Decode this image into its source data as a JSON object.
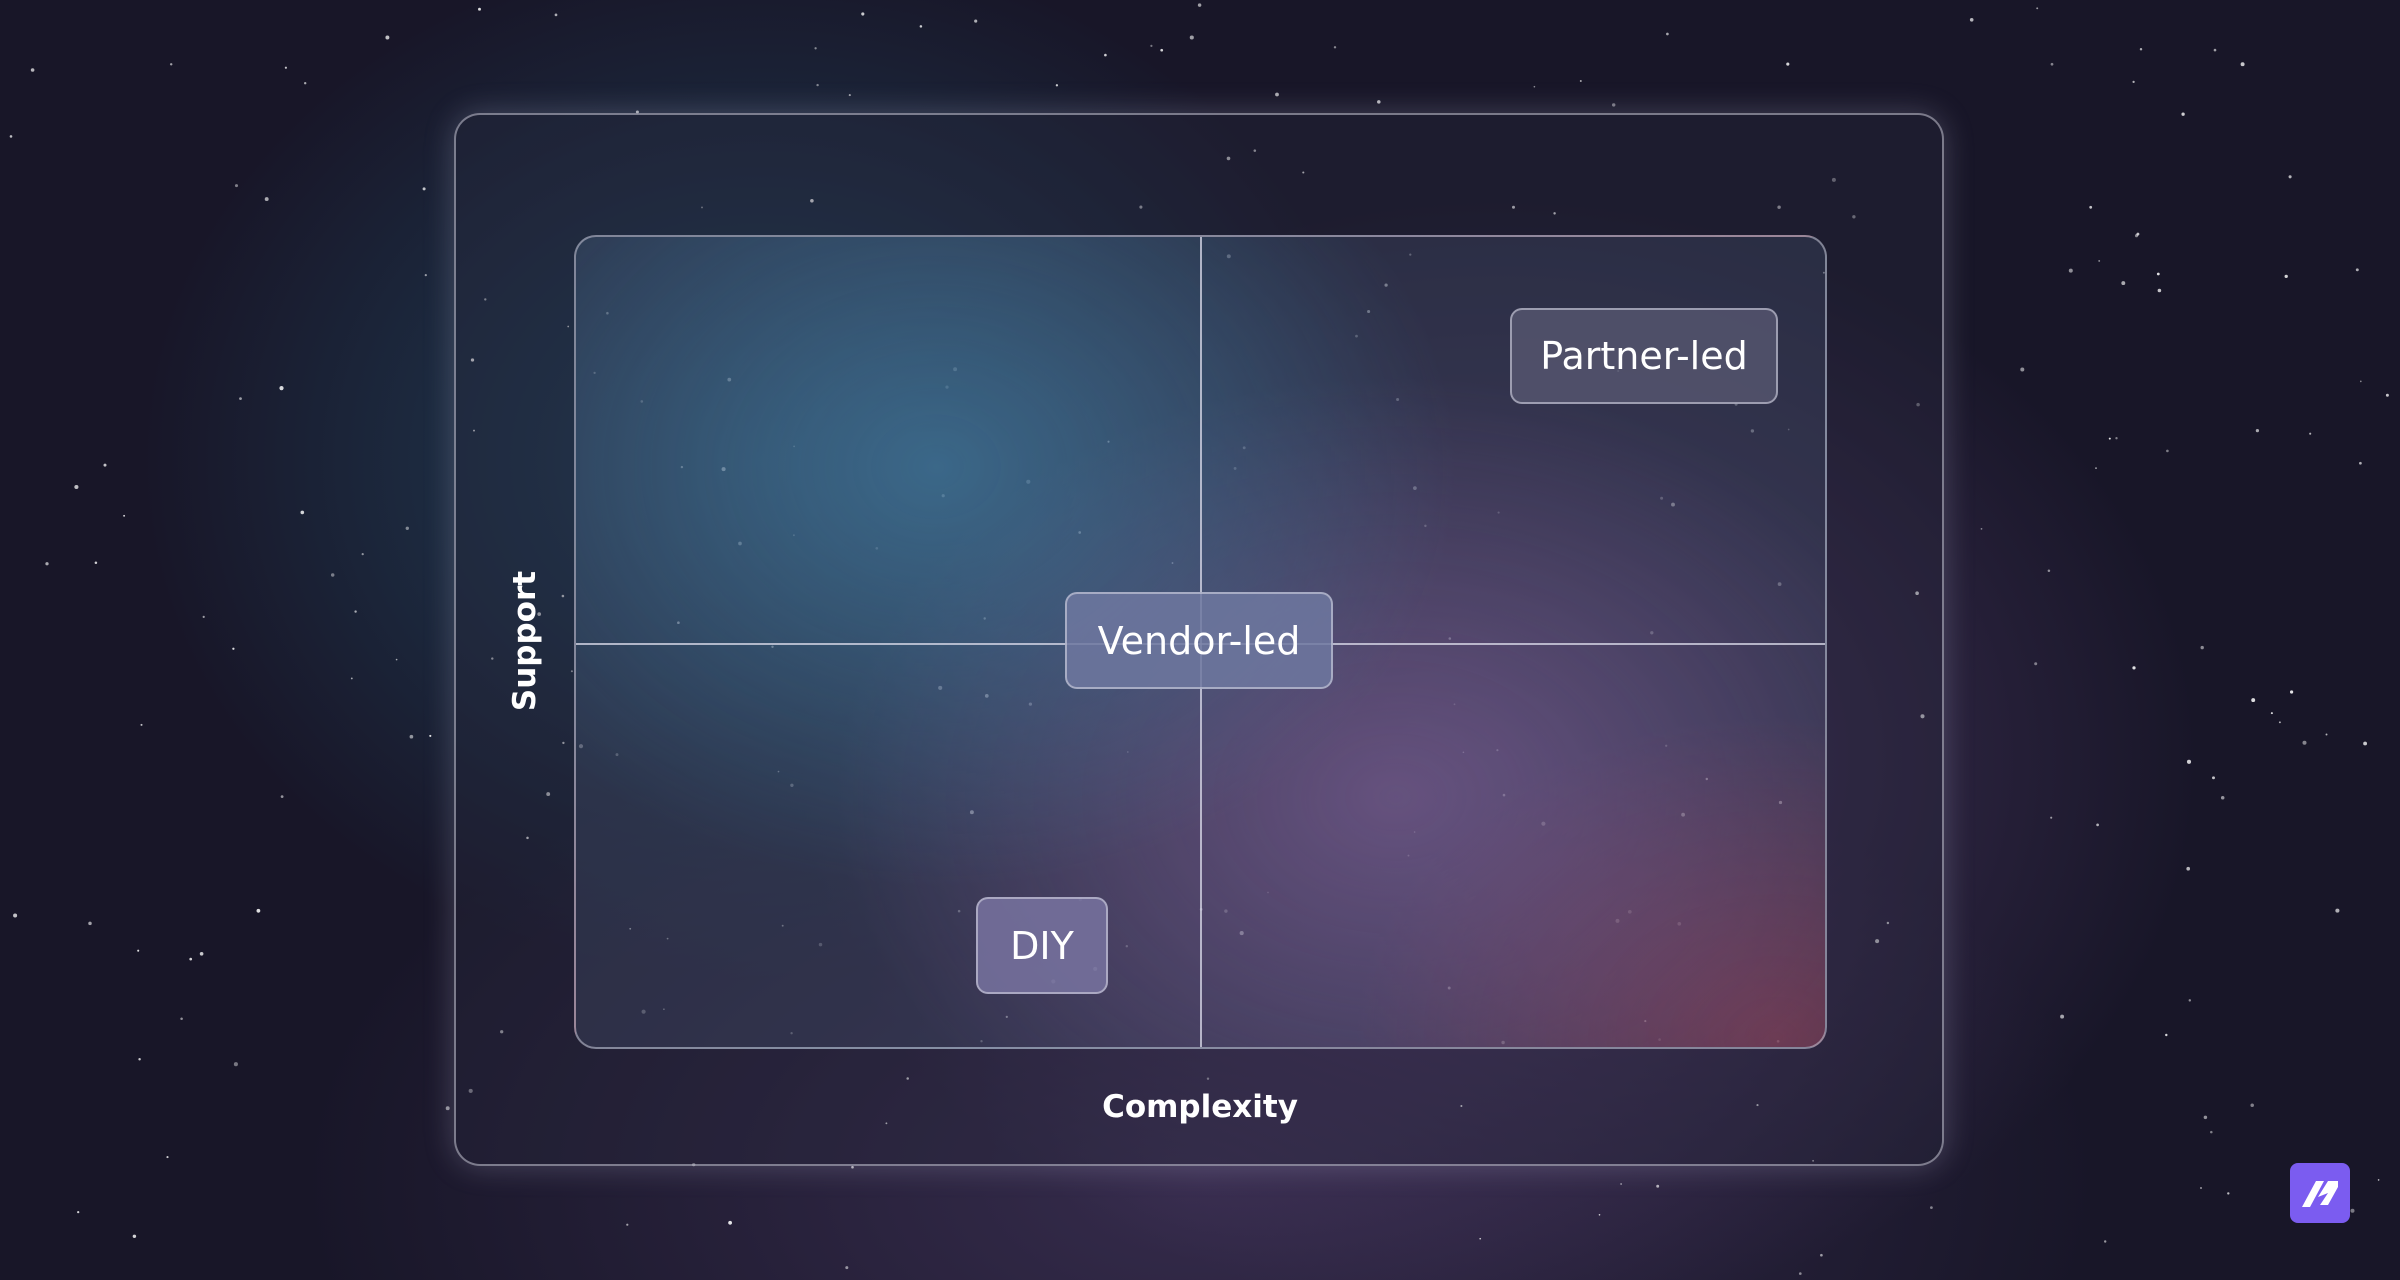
{
  "diagram": {
    "type": "quadrant",
    "x_axis_label": "Complexity",
    "y_axis_label": "Support",
    "items": [
      {
        "label": "Partner-led"
      },
      {
        "label": "Vendor-led"
      },
      {
        "label": "DIY"
      }
    ]
  },
  "logo": {
    "icon": "brand-logo-icon",
    "color": "#7b5cf0"
  }
}
